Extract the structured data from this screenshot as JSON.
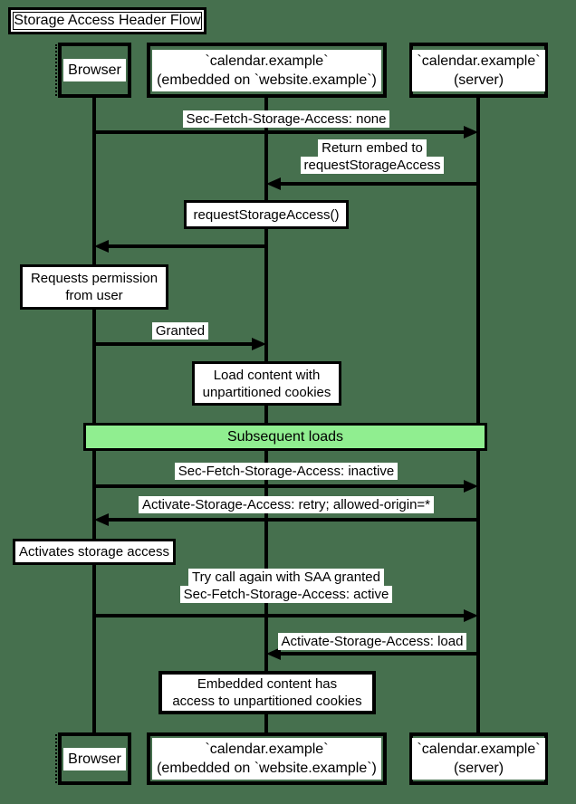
{
  "title": "Storage Access Header Flow",
  "colors": {
    "background": "#46704E",
    "line": "#000000",
    "note_fill": "#FFFFFF",
    "label_chip_fill": "#FFFFFF",
    "banner_fill": "#90EE90",
    "text": "#000000"
  },
  "actors": {
    "browser": {
      "label": "Browser"
    },
    "embed": {
      "line1": "`calendar.example`",
      "line2": "(embedded on `website.example`)"
    },
    "server": {
      "line1": "`calendar.example`",
      "line2": "(server)"
    }
  },
  "messages": [
    {
      "label": "Sec-Fetch-Storage-Access: none",
      "from": "browser",
      "to": "server"
    },
    {
      "label_lines": [
        "Return embed to",
        "requestStorageAccess"
      ],
      "from": "server",
      "to": "embed"
    },
    {
      "label": "",
      "from": "embed",
      "to": "browser"
    },
    {
      "label": "Granted",
      "from": "browser",
      "to": "embed"
    },
    {
      "label": "Sec-Fetch-Storage-Access: inactive",
      "from": "browser",
      "to": "server"
    },
    {
      "label": "Activate-Storage-Access: retry; allowed-origin=*",
      "from": "server",
      "to": "browser"
    },
    {
      "label_lines": [
        "Try call again with SAA granted",
        "Sec-Fetch-Storage-Access: active"
      ],
      "from": "browser",
      "to": "server"
    },
    {
      "label": "Activate-Storage-Access: load",
      "from": "server",
      "to": "embed"
    }
  ],
  "notes": [
    {
      "lines": [
        "requestStorageAccess()"
      ],
      "over": "embed"
    },
    {
      "lines": [
        "Requests permission",
        "from user"
      ],
      "over": "browser"
    },
    {
      "lines": [
        "Load content with",
        "unpartitioned cookies"
      ],
      "over": "embed"
    },
    {
      "lines": [
        "Activates storage access"
      ],
      "over": "browser"
    },
    {
      "lines": [
        "Embedded content has",
        "access to unpartitioned cookies"
      ],
      "over": "embed"
    }
  ],
  "banner": {
    "label": "Subsequent loads"
  }
}
